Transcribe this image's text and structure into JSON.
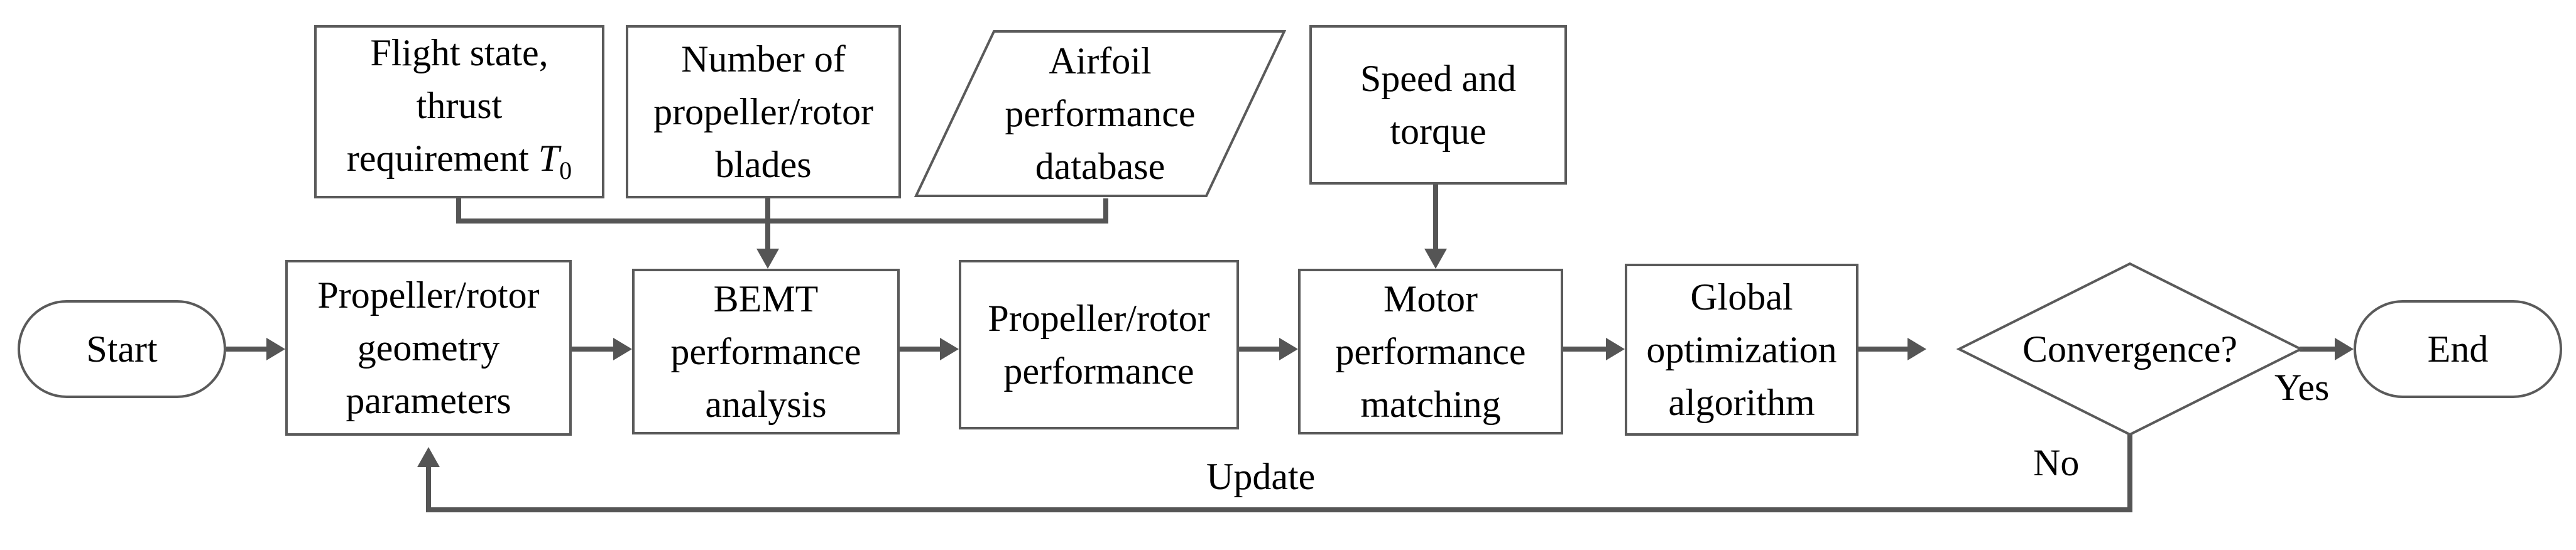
{
  "nodes": {
    "start": "Start",
    "end": "End",
    "flight_state": "Flight state,\nthrust\nrequirement",
    "flight_state_symbol": "T",
    "flight_state_subscript": "0",
    "blade_count": "Number of\npropeller/rotor\nblades",
    "airfoil_db": "Airfoil\nperformance\ndatabase",
    "speed_torque": "Speed and\ntorque",
    "geometry": "Propeller/rotor\ngeometry\nparameters",
    "bemt": "BEMT\nperformance\nanalysis",
    "rotor_perf": "Propeller/rotor\nperformance",
    "motor_match": "Motor\nperformance\nmatching",
    "global_opt": "Global\noptimization\nalgorithm",
    "convergence": "Convergence?"
  },
  "labels": {
    "yes": "Yes",
    "no": "No",
    "update": "Update"
  },
  "colors": {
    "stroke": "#5a5a5a",
    "text": "#000000"
  }
}
